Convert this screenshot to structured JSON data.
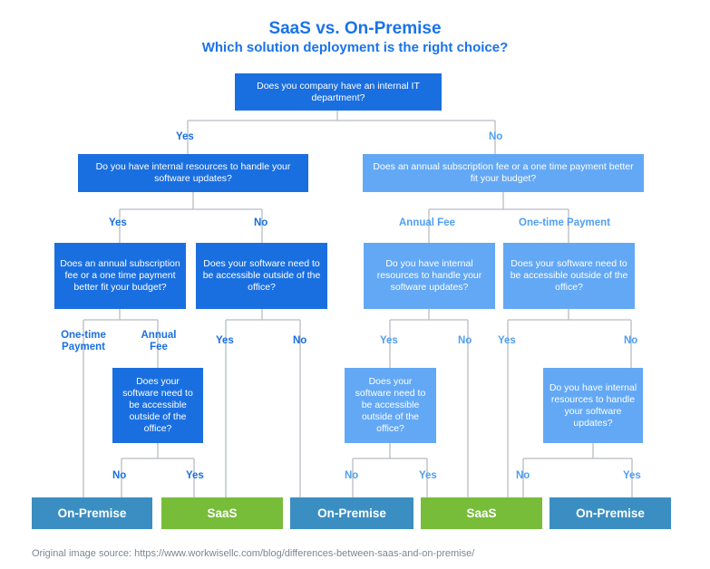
{
  "title": "SaaS vs. On-Premise",
  "subtitle": "Which solution deployment is the right choice?",
  "colors": {
    "title": "#1a73e8",
    "dark_node": "#1a6fe0",
    "light_node": "#63a8f5",
    "on_premise": "#3b8ec2",
    "saas": "#78bd3a",
    "connector": "#b7bcc4"
  },
  "nodes": {
    "root": "Does you company have an internal IT department?",
    "yes_resources": "Do you have internal resources to handle your software updates?",
    "no_fee": "Does an annual subscription fee or a one time payment better fit your budget?",
    "yes_yes_fee": "Does an annual subscription fee or a one time payment better fit your budget?",
    "yes_no_access": "Does your software need to be accessible outside of the office?",
    "no_annual_resources": "Do you have internal resources to handle your software updates?",
    "no_onetime_access": "Does your software need to be accessible outside of the office?",
    "yes_yes_annual_access": "Does your software need to be accessible outside of the office?",
    "no_annual_yes_access": "Does your software need to be accessible outside of the office?",
    "no_onetime_no_resources": "Do you have internal resources to handle your software updates?"
  },
  "labels": {
    "yes": "Yes",
    "no": "No",
    "annual_fee": "Annual Fee",
    "onetime_payment": "One-time Payment",
    "onetime_payment_l1": "One-time",
    "onetime_payment_l2": "Payment",
    "annual_fee_l1": "Annual",
    "annual_fee_l2": "Fee"
  },
  "outcomes": [
    "On-Premise",
    "SaaS",
    "On-Premise",
    "SaaS",
    "On-Premise"
  ],
  "source": "Original image source: https://www.workwisellc.com/blog/differences-between-saas-and-on-premise/"
}
